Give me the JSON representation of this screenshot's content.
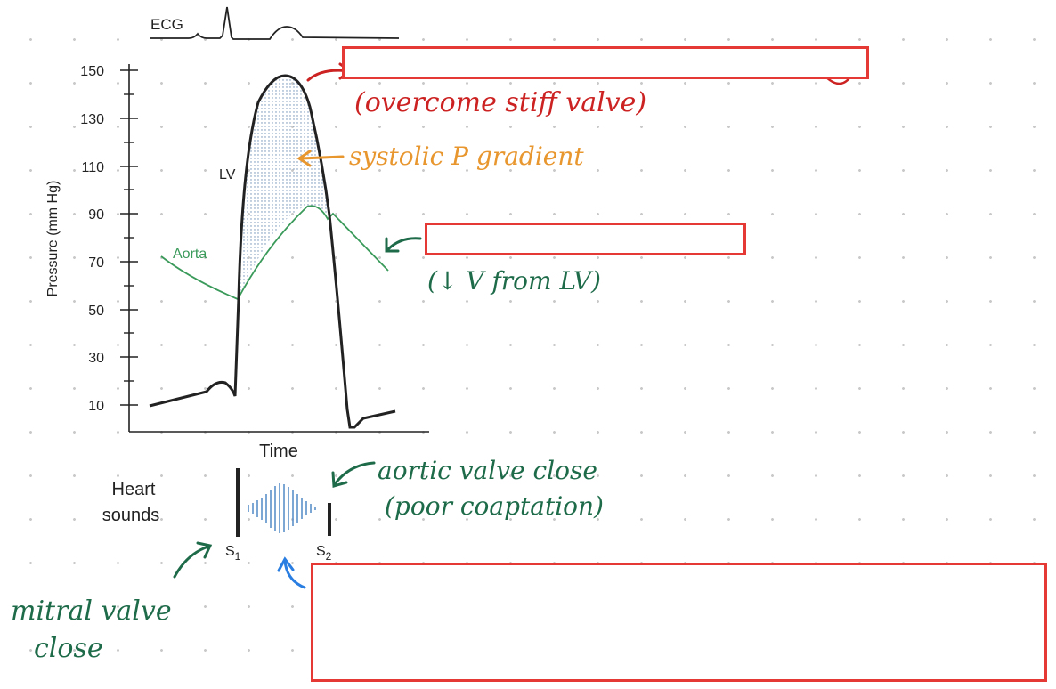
{
  "ecg": {
    "label": "ECG"
  },
  "chart": {
    "y_axis_label": "Pressure (mm Hg)",
    "x_axis_label": "Time",
    "y_ticks": [
      "150",
      "130",
      "110",
      "90",
      "70",
      "50",
      "30",
      "10"
    ],
    "curve_labels": {
      "lv": "LV",
      "aorta": "Aorta"
    }
  },
  "heart_sounds": {
    "label_line1": "Heart",
    "label_line2": "sounds",
    "s1": {
      "letter": "S",
      "sub": "1"
    },
    "s2": {
      "letter": "S",
      "sub": "2"
    }
  },
  "annotations": {
    "overcome_stiff_valve": "(overcome stiff valve)",
    "systolic_gradient": "systolic P gradient",
    "less_volume_from_lv": "(↓ V from LV)",
    "aortic_valve_close_line1": "aortic valve close",
    "aortic_valve_close_line2": "(poor coaptation)",
    "mitral_valve_close_line1": "mitral valve",
    "mitral_valve_close_line2": "close"
  },
  "colors": {
    "red_annotation": "#cc2222",
    "orange_annotation": "#e8962e",
    "green_annotation": "#1e6b4a",
    "blue_annotation": "#2a7de1",
    "aorta_curve": "#3a9a5a",
    "redaction_border": "#e53935",
    "murmur_bars": "#5b8fc9"
  },
  "icons": [
    "arrow-icon"
  ]
}
